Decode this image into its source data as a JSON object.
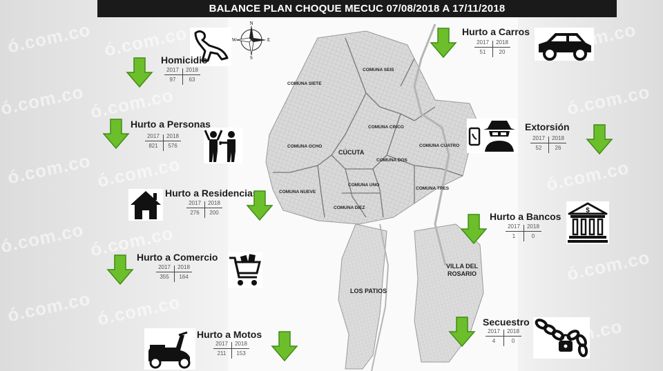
{
  "title": "BALANCE PLAN CHOQUE MECUC 07/08/2018 A 17/11/2018",
  "watermark": "ó.com.co",
  "compass": {
    "n": "N",
    "s": "S",
    "e": "E",
    "w": "W"
  },
  "map": {
    "comunas": [
      {
        "key": "seis",
        "name": "COMUNA SEIS"
      },
      {
        "key": "siete",
        "name": "COMUNA SIETE"
      },
      {
        "key": "cinco",
        "name": "COMUNA CINCO"
      },
      {
        "key": "ocho",
        "name": "COMUNA OCHO"
      },
      {
        "key": "cuatro",
        "name": "COMUNA CUATRO"
      },
      {
        "key": "dos",
        "name": "COMUNA DOS"
      },
      {
        "key": "nueve",
        "name": "COMUNA NUEVE"
      },
      {
        "key": "uno",
        "name": "COMUNA UNO"
      },
      {
        "key": "tres",
        "name": "COMUNA TRES"
      },
      {
        "key": "diez",
        "name": "COMUNA DIEZ"
      }
    ],
    "cities": {
      "cucuta": "CÚCUTA",
      "villa_line1": "VILLA DEL",
      "villa_line2": "ROSARIO",
      "los_patios": "LOS PATIOS"
    }
  },
  "stats": [
    {
      "key": "homicidio",
      "label": "Homicidio",
      "year_a": "2017",
      "year_b": "2018",
      "value_a": "97",
      "value_b": "63",
      "trend": "down",
      "icon": "body-outline-icon"
    },
    {
      "key": "personas",
      "label": "Hurto a Personas",
      "year_a": "2017",
      "year_b": "2018",
      "value_a": "821",
      "value_b": "576",
      "trend": "down",
      "icon": "robbery-icon"
    },
    {
      "key": "residencias",
      "label": "Hurto a Residencias",
      "year_a": "2017",
      "year_b": "2018",
      "value_a": "276",
      "value_b": "200",
      "trend": "down",
      "icon": "house-icon"
    },
    {
      "key": "comercio",
      "label": "Hurto a Comercio",
      "year_a": "2017",
      "year_b": "2018",
      "value_a": "355",
      "value_b": "164",
      "trend": "down",
      "icon": "shopping-cart-icon"
    },
    {
      "key": "motos",
      "label": "Hurto a Motos",
      "year_a": "2017",
      "year_b": "2018",
      "value_a": "211",
      "value_b": "153",
      "trend": "down",
      "icon": "scooter-icon"
    },
    {
      "key": "carros",
      "label": "Hurto a Carros",
      "year_a": "2017",
      "year_b": "2018",
      "value_a": "51",
      "value_b": "20",
      "trend": "down",
      "icon": "car-icon"
    },
    {
      "key": "extorsion",
      "label": "Extorsión",
      "year_a": "2017",
      "year_b": "2018",
      "value_a": "52",
      "value_b": "26",
      "trend": "down",
      "icon": "spy-phone-icon"
    },
    {
      "key": "bancos",
      "label": "Hurto a Bancos",
      "year_a": "2017",
      "year_b": "2018",
      "value_a": "1",
      "value_b": "0",
      "trend": "down",
      "icon": "bank-icon"
    },
    {
      "key": "secuestro",
      "label": "Secuestro",
      "year_a": "2017",
      "year_b": "2018",
      "value_a": "4",
      "value_b": "0",
      "trend": "down",
      "icon": "chain-lock-icon"
    }
  ],
  "colors": {
    "arrow": "#6cbf2b",
    "arrow_edge": "#3f8c14",
    "title_bg": "#1a1a1a",
    "title_fg": "#ffffff",
    "icon": "#111111"
  }
}
